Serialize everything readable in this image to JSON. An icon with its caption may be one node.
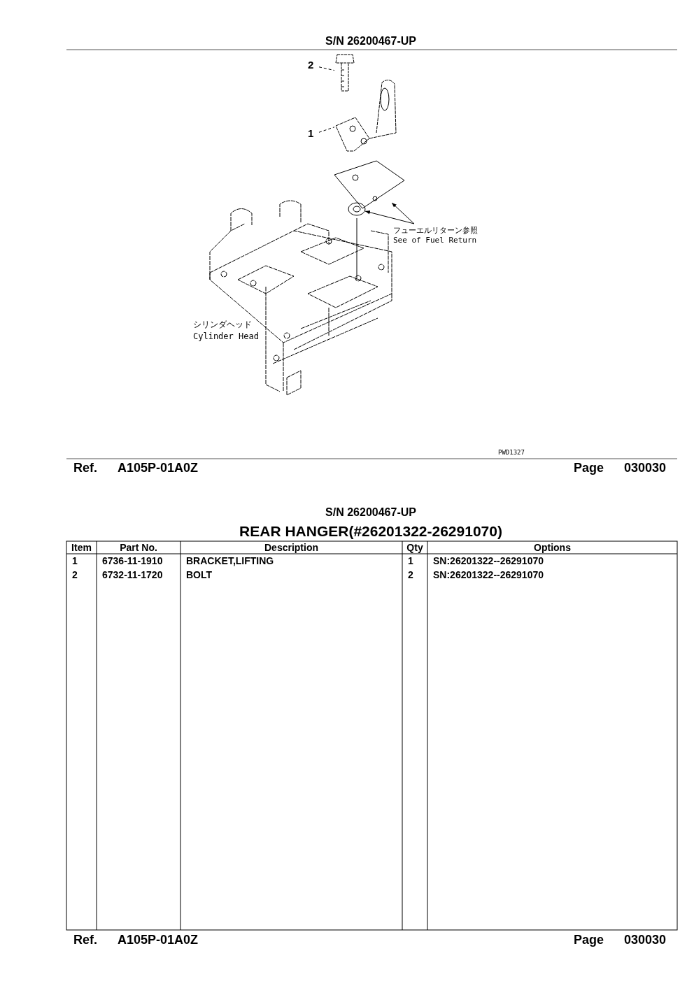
{
  "diagram": {
    "title": "S/N 26200467-UP",
    "nodes": [
      {
        "text": [
          "2"
        ]
      },
      {
        "text": [],
        "shape": "picture"
      },
      {
        "text": [
          "1"
        ]
      },
      {
        "text": [],
        "shape": "picture"
      },
      {
        "text": [
          "フューエルリターン参照",
          "See of Fuel Return"
        ]
      },
      {
        "text": [],
        "shape": "picture"
      },
      {
        "text": [],
        "shape": "picture"
      }
    ],
    "edges": [
      {
        "from": 0,
        "to": 1,
        "arrow": "none",
        "style": "dashed"
      },
      {
        "from": 2,
        "to": 3,
        "arrow": "none",
        "style": "dashed"
      },
      {
        "from": 4,
        "to": 5,
        "arrow": "to"
      },
      {
        "from": 4,
        "to": 6,
        "arrow": "to"
      }
    ],
    "labels": [
      "シリンダヘッド",
      "Cylinder Head",
      "PWD1327",
      "Ref.",
      "A105P-01A0Z",
      "Page",
      "030030",
      "S/N 26200467-UP",
      "REAR HANGER(#26201322-26291070)",
      "Item",
      "Part No.",
      "Description",
      "Qty",
      "Options",
      "1",
      "6736-11-1910",
      "BRACKET,LIFTING",
      "1",
      "SN:26201322--26291070",
      "2",
      "6732-11-1720",
      "BOLT",
      "2",
      "SN:26201322--26291070",
      "Ref.",
      "A105P-01A0Z",
      "Page",
      "030030"
    ]
  }
}
